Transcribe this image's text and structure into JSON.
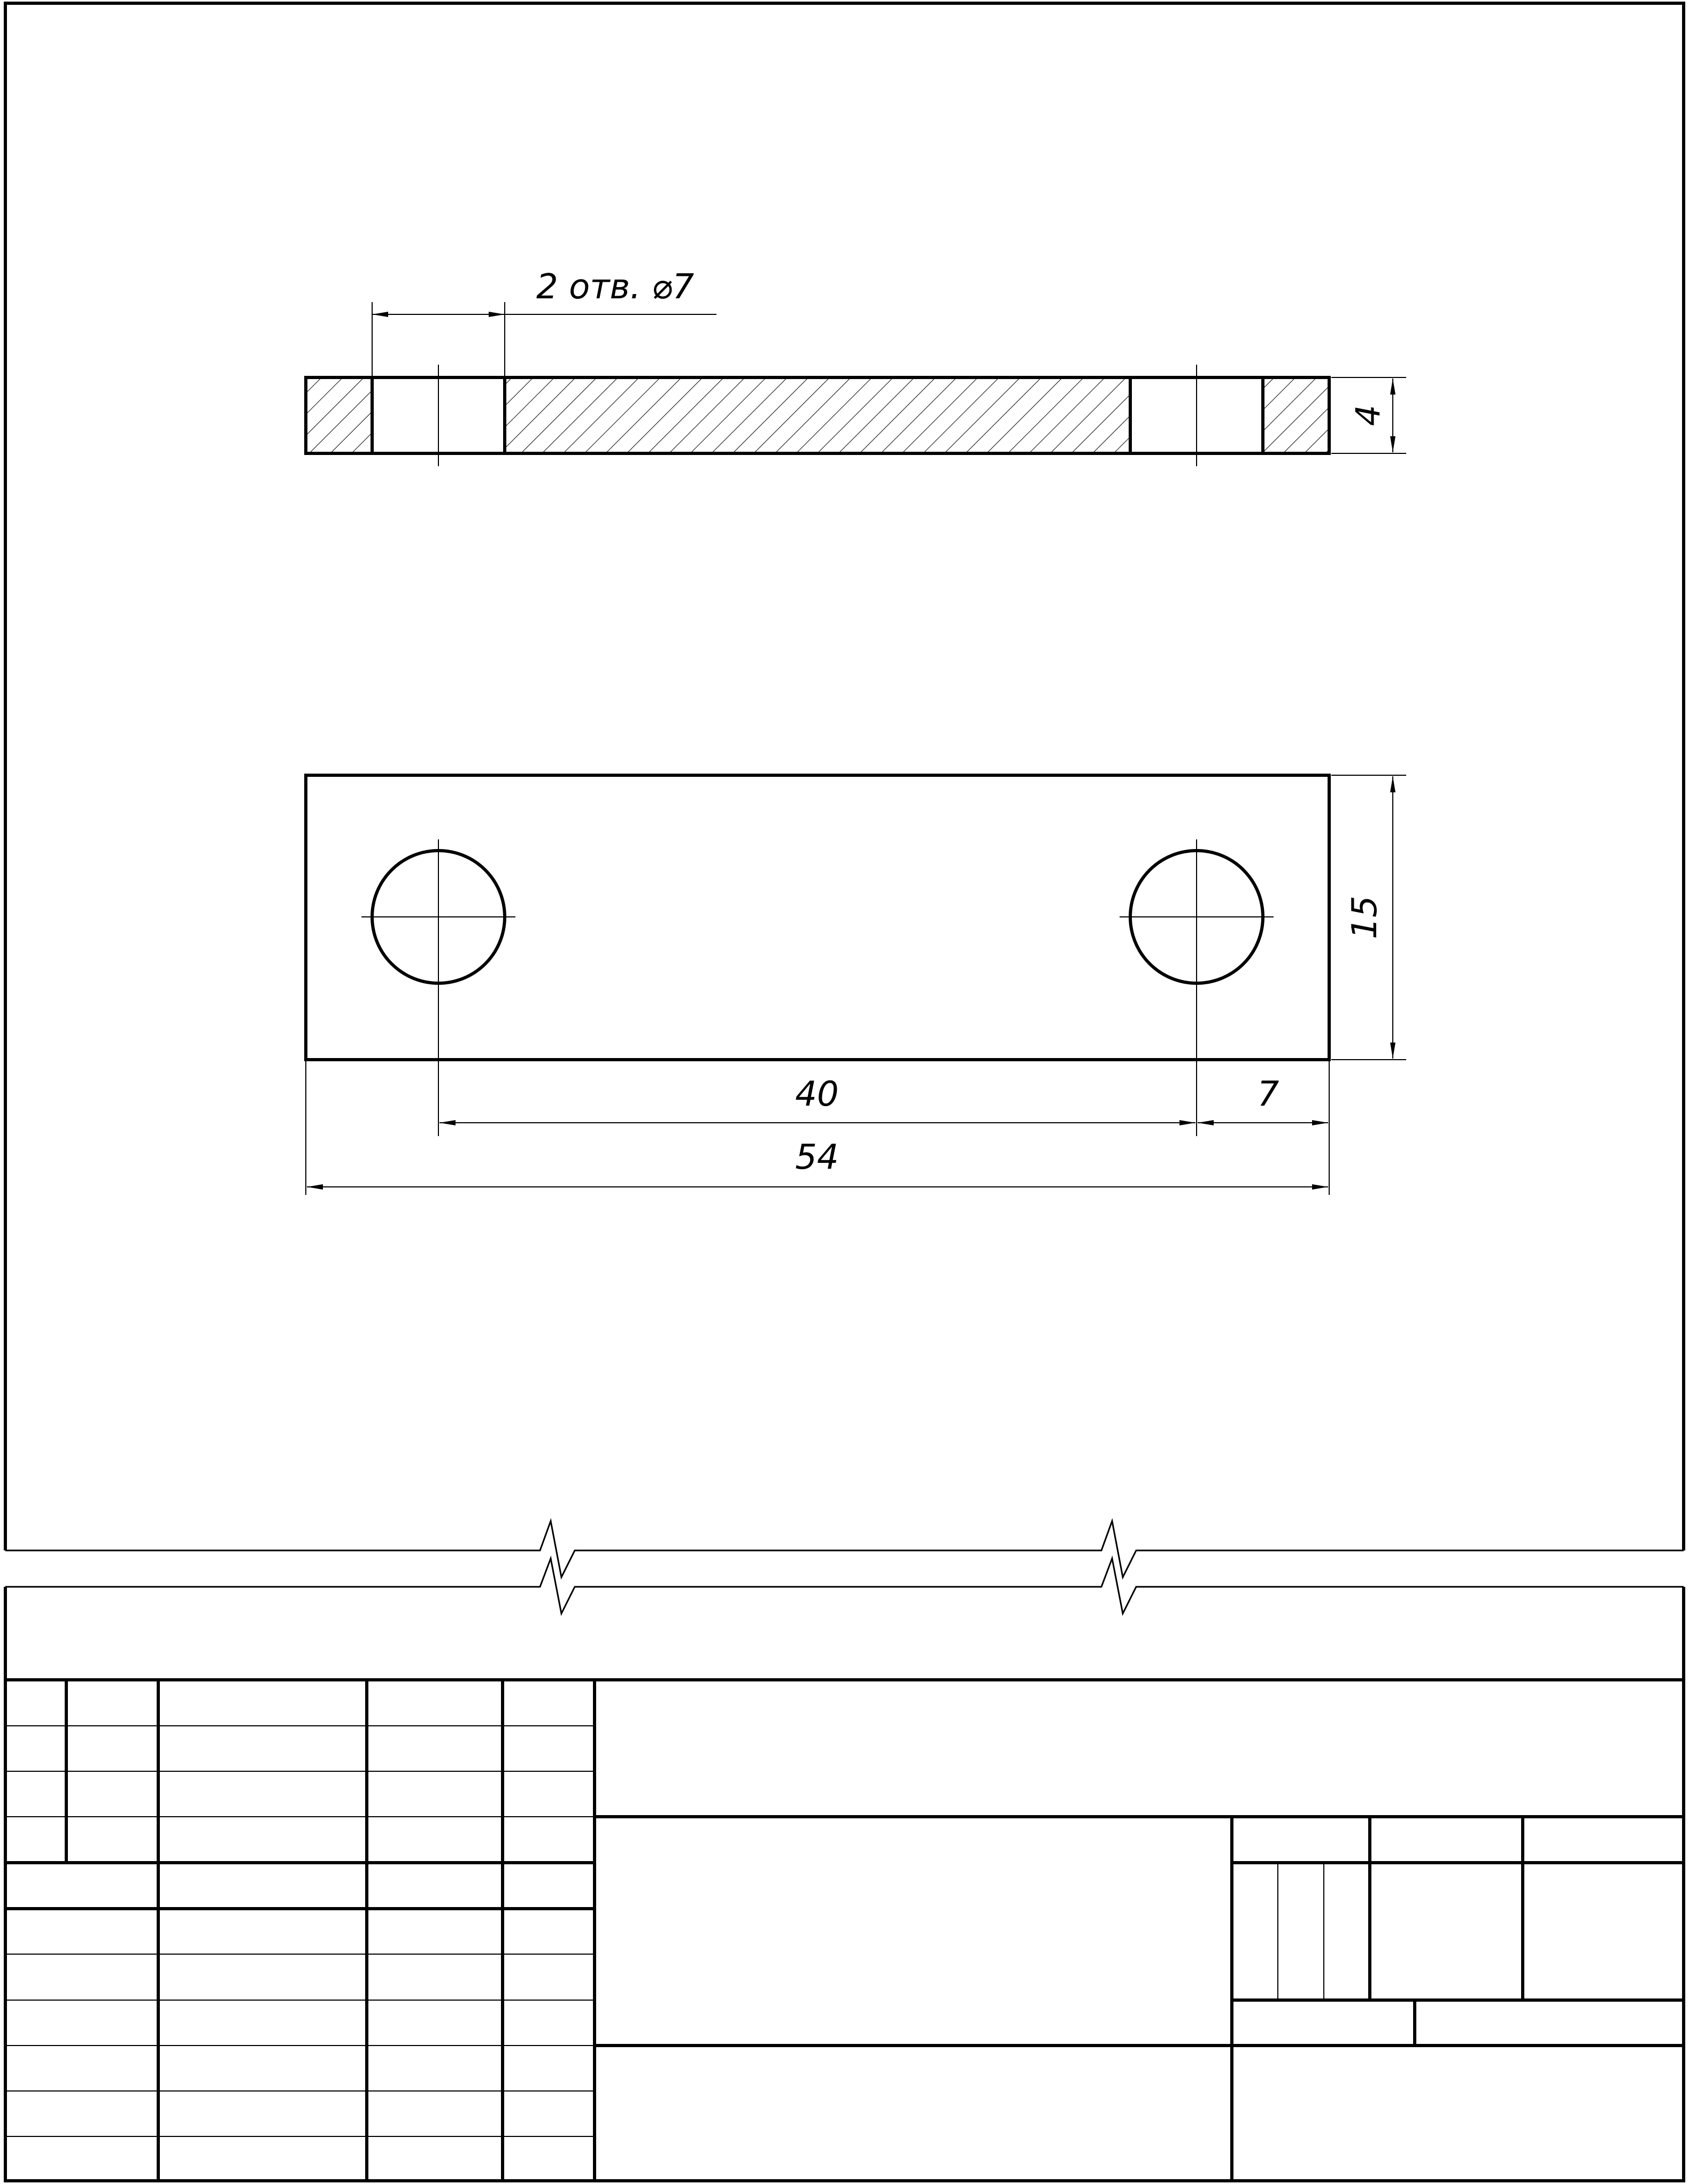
{
  "drawing": {
    "hole_callout": "2 отв. ⌀7",
    "dim_thickness": "4",
    "dim_width": "15",
    "dim_hole_spacing": "40",
    "dim_edge_offset": "7",
    "dim_overall_length": "54"
  },
  "title_block": {
    "cells": []
  },
  "colors": {
    "line": "#000000",
    "background": "#ffffff"
  }
}
